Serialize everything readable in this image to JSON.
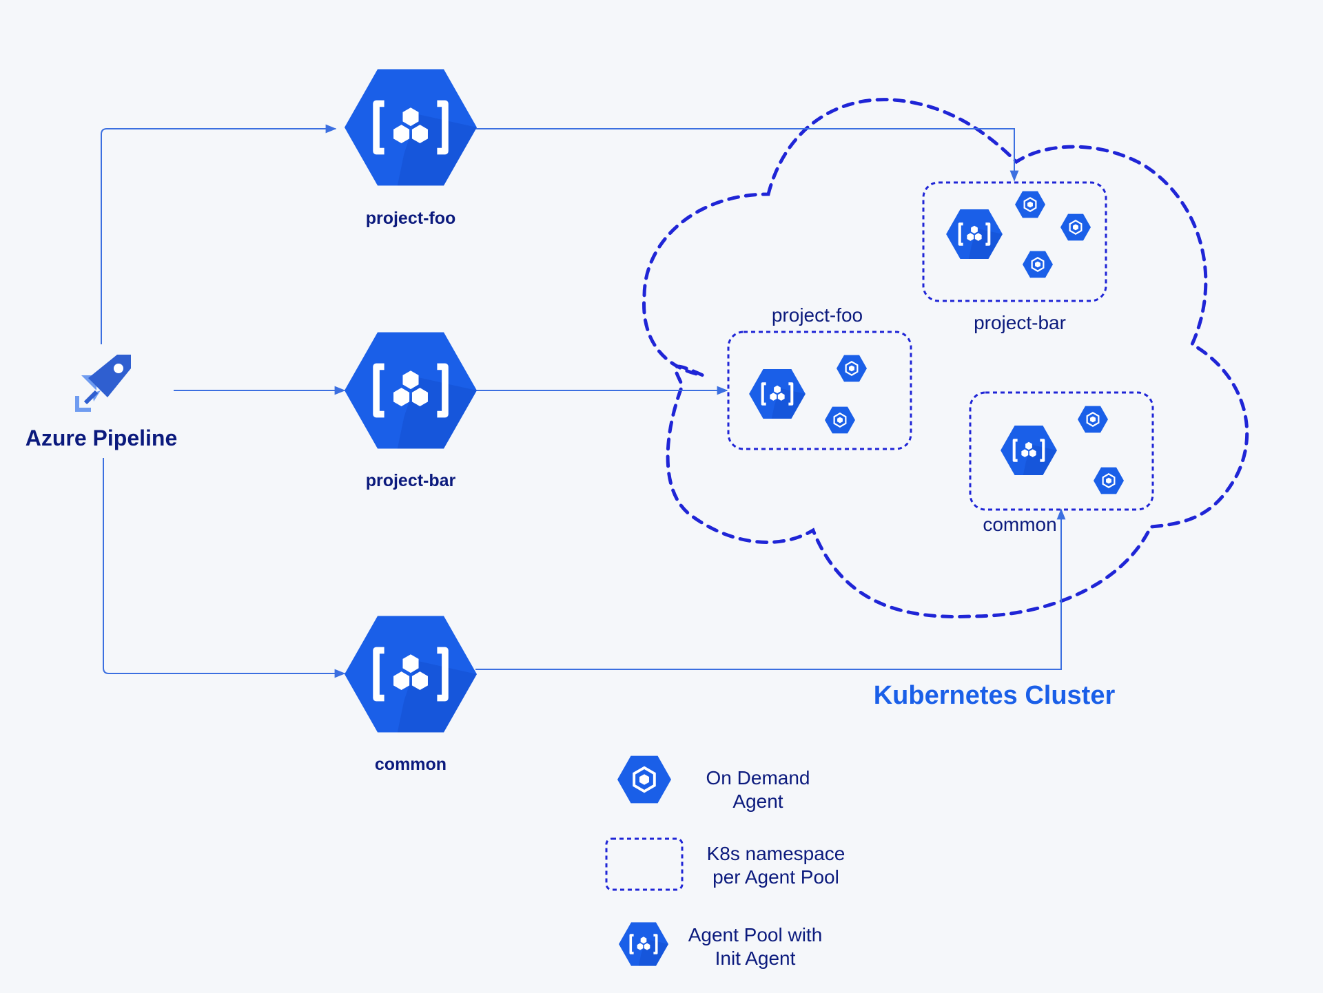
{
  "colors": {
    "background": "#f5f7fa",
    "hex_blue": "#1a5fe8",
    "hex_shadow": "#1249c4",
    "navy_text": "#0b1a7d",
    "cluster_title": "#1a5fe8",
    "dash_blue": "#1f25d6",
    "arrow_blue": "#3b6fe0",
    "azure_dark": "#2f5fd0",
    "azure_light": "#6f9cf0"
  },
  "source": {
    "label": "Azure Pipeline",
    "icon": "azure-pipelines-icon"
  },
  "agent_pools": [
    {
      "label": "project-foo",
      "icon": "agent-pool-icon"
    },
    {
      "label": "project-bar",
      "icon": "agent-pool-icon"
    },
    {
      "label": "common",
      "icon": "agent-pool-icon"
    }
  ],
  "cluster": {
    "title": "Kubernetes Cluster",
    "namespaces": [
      {
        "label": "project-foo"
      },
      {
        "label": "project-bar"
      },
      {
        "label": "common"
      }
    ]
  },
  "legend": [
    {
      "icon": "on-demand-agent-icon",
      "line1": "On Demand",
      "line2": "Agent"
    },
    {
      "icon": "namespace-box-icon",
      "line1": "K8s namespace",
      "line2": "per Agent Pool"
    },
    {
      "icon": "agent-pool-icon",
      "line1": "Agent Pool with",
      "line2": "Init Agent"
    }
  ]
}
